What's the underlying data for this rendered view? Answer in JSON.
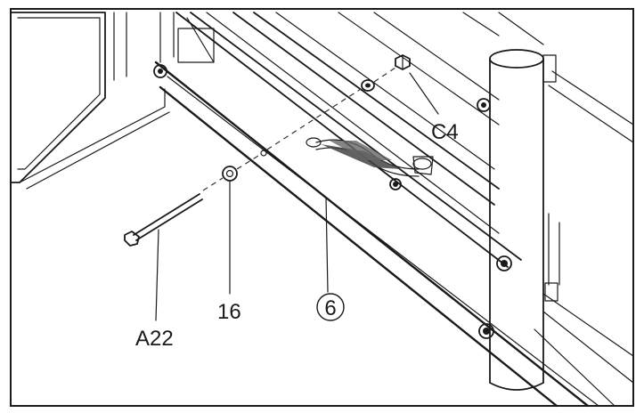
{
  "diagram": {
    "part_labels": {
      "pin": "A22",
      "washer": "16",
      "nut": "C4",
      "frame_part": "6"
    }
  }
}
